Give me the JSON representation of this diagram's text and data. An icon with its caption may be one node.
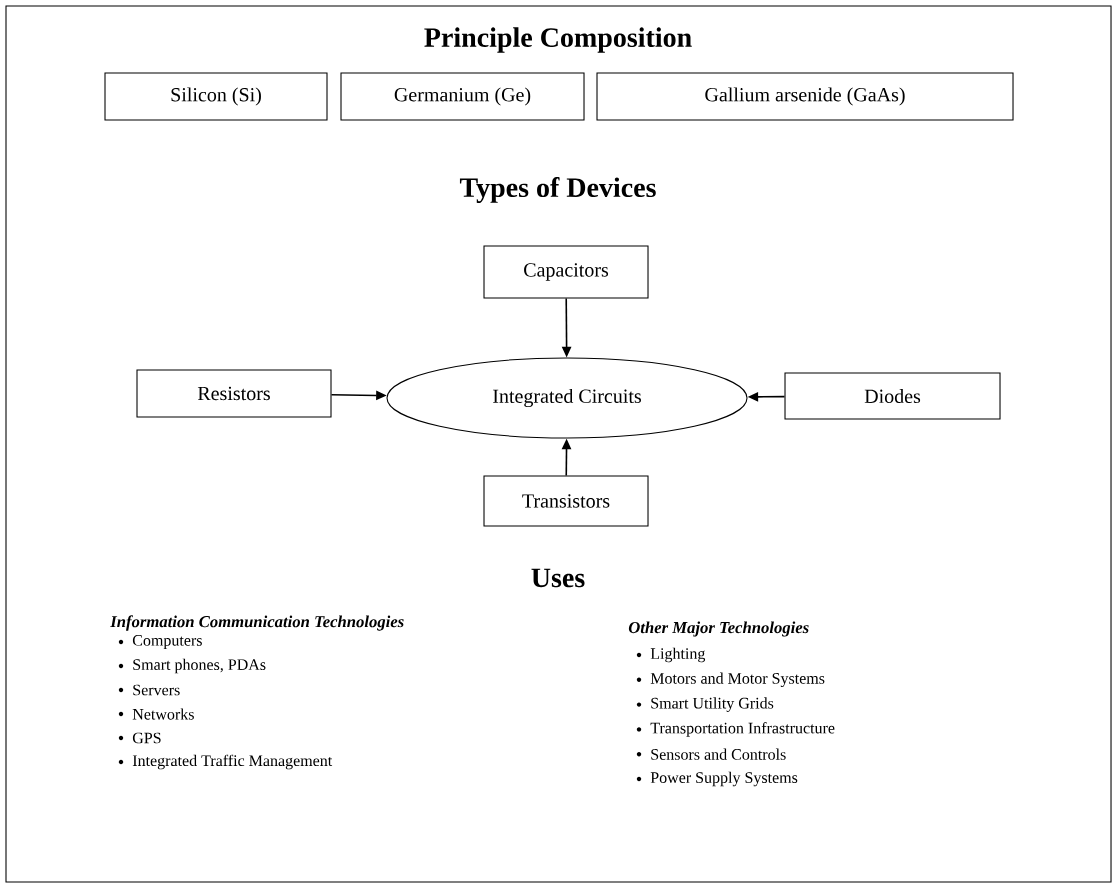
{
  "diagram": {
    "title": "Principle Composition",
    "nodes": [
      {
        "text": [
          "Silicon (Si)"
        ]
      },
      {
        "text": [
          "Germanium (Ge)"
        ]
      },
      {
        "text": [
          "Gallium arsenide (GaAs)"
        ]
      },
      {
        "text": [
          "Capacitors"
        ]
      },
      {
        "text": [
          "Resistors"
        ]
      },
      {
        "text": [
          "Integrated Circuits"
        ]
      },
      {
        "text": [
          "Diodes"
        ]
      },
      {
        "text": [
          "Transistors"
        ]
      }
    ],
    "edges": [
      {
        "from": 3,
        "to": 5,
        "arrow": "to"
      },
      {
        "from": 4,
        "to": 5,
        "arrow": "to"
      },
      {
        "from": 6,
        "to": 5,
        "arrow": "to"
      },
      {
        "from": 7,
        "to": 5,
        "arrow": "to"
      }
    ],
    "labels": [
      "Types of Devices",
      "Uses",
      "Information Communication Technologies",
      "Computers",
      "Smart phones, PDAs",
      "Servers",
      "Networks",
      "GPS",
      "Integrated Traffic Management",
      "Other Major Technologies",
      "Lighting",
      "Motors and Motor Systems",
      "Smart Utility Grids",
      "Transportation Infrastructure",
      "Sensors and Controls",
      "Power Supply Systems"
    ]
  }
}
